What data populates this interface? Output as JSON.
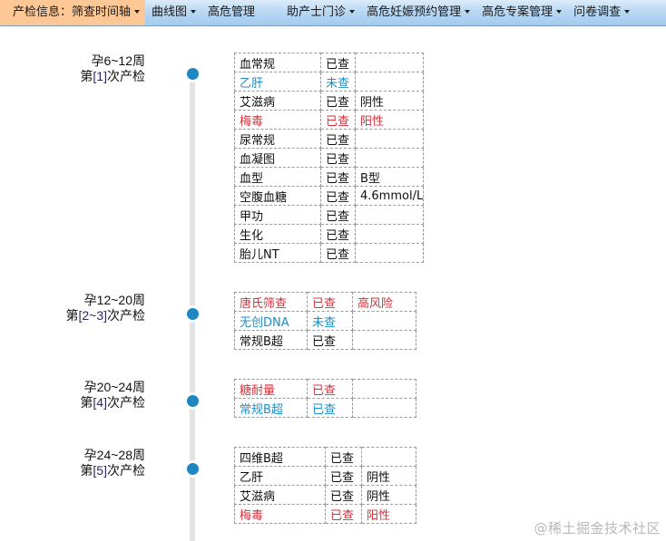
{
  "menubar": {
    "items": [
      {
        "label": "产检信息：筛查时间轴",
        "dropdown": true,
        "active": true
      },
      {
        "label": "曲线图",
        "dropdown": true,
        "active": false
      },
      {
        "label": "高危管理",
        "dropdown": false,
        "active": false
      },
      {
        "label": "助产士门诊",
        "dropdown": true,
        "active": false
      },
      {
        "label": "高危妊娠预约管理",
        "dropdown": true,
        "active": false
      },
      {
        "label": "高危专案管理",
        "dropdown": true,
        "active": false
      },
      {
        "label": "问卷调查",
        "dropdown": true,
        "active": false
      }
    ],
    "active_color": "#fdc896"
  },
  "colors": {
    "normal": "#111111",
    "abnormal_red": "#d8303a",
    "pending_blue": "#1b8fc6",
    "timeline_dot": "#1e87c2",
    "timeline_line": "#e3e3e3"
  },
  "timeline": [
    {
      "weeks": "孕6~12周",
      "visit_prefix": "第",
      "visit_num": "[1]",
      "visit_suffix": "次产检",
      "items": [
        {
          "name": "血常规",
          "status": "已查",
          "result": "",
          "color": "normal"
        },
        {
          "name": "乙肝",
          "status": "未查",
          "result": "",
          "color": "blue"
        },
        {
          "name": "艾滋病",
          "status": "已查",
          "result": "阴性",
          "color": "normal"
        },
        {
          "name": "梅毒",
          "status": "已查",
          "result": "阳性",
          "color": "red"
        },
        {
          "name": "尿常规",
          "status": "已查",
          "result": "",
          "color": "normal"
        },
        {
          "name": "血凝图",
          "status": "已查",
          "result": "",
          "color": "normal"
        },
        {
          "name": "血型",
          "status": "已查",
          "result": "B型",
          "color": "normal"
        },
        {
          "name": "空腹血糖",
          "status": "已查",
          "result": "4.6mmol/L",
          "color": "normal"
        },
        {
          "name": "甲功",
          "status": "已查",
          "result": "",
          "color": "normal"
        },
        {
          "name": "生化",
          "status": "已查",
          "result": "",
          "color": "normal"
        },
        {
          "name": "胎儿NT",
          "status": "已查",
          "result": "",
          "color": "normal"
        }
      ]
    },
    {
      "weeks": "孕12~20周",
      "visit_prefix": "第",
      "visit_num": "[2~3]",
      "visit_suffix": "次产检",
      "items": [
        {
          "name": "唐氏筛查",
          "status": "已查",
          "result": "高风险",
          "color": "red"
        },
        {
          "name": "无创DNA",
          "status": "未查",
          "result": "",
          "color": "blue"
        },
        {
          "name": "常规B超",
          "status": "已查",
          "result": "",
          "color": "normal"
        }
      ]
    },
    {
      "weeks": "孕20~24周",
      "visit_prefix": "第",
      "visit_num": "[4]",
      "visit_suffix": "次产检",
      "items": [
        {
          "name": "糖耐量",
          "status": "已查",
          "result": "",
          "color": "red"
        },
        {
          "name": "常规B超",
          "status": "已查",
          "result": "",
          "color": "blue"
        }
      ]
    },
    {
      "weeks": "孕24~28周",
      "visit_prefix": "第",
      "visit_num": "[5]",
      "visit_suffix": "次产检",
      "items": [
        {
          "name": "四维B超",
          "status": "已查",
          "result": "",
          "color": "normal"
        },
        {
          "name": "乙肝",
          "status": "已查",
          "result": "阴性",
          "color": "normal"
        },
        {
          "name": "艾滋病",
          "status": "已查",
          "result": "阴性",
          "color": "normal"
        },
        {
          "name": "梅毒",
          "status": "已查",
          "result": "阳性",
          "color": "red"
        }
      ]
    }
  ],
  "watermark": "@稀土掘金技术社区"
}
